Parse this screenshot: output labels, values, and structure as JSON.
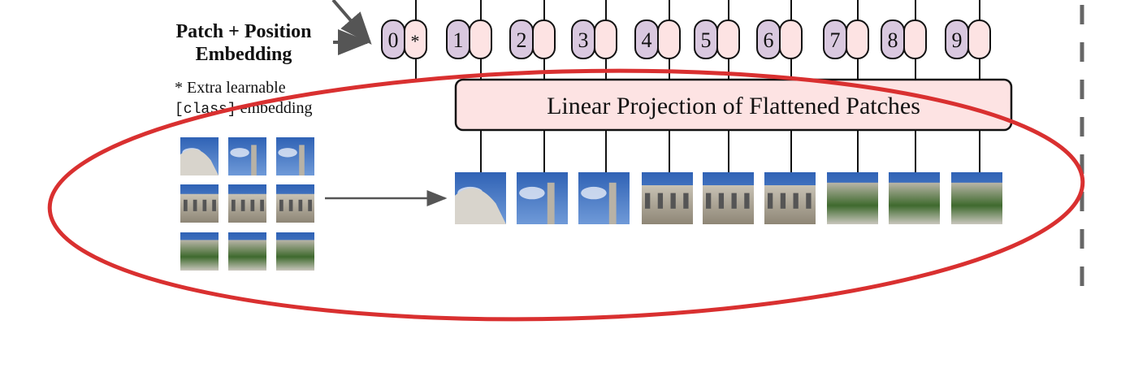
{
  "labels": {
    "embedding_line1": "Patch + Position",
    "embedding_line2": "Embedding",
    "note_line1": "* Extra learnable",
    "note_code": "[class]",
    "note_line2_rest": " embedding",
    "projection": "Linear Projection of Flattened Patches"
  },
  "tokens": [
    "0",
    "1",
    "2",
    "3",
    "4",
    "5",
    "6",
    "7",
    "8",
    "9"
  ],
  "class_token_symbol": "*",
  "patch_count": 9,
  "colors": {
    "position_embedding": "#d9c8df",
    "patch_embedding": "#fde3e3",
    "projection_box": "#fde3e3",
    "annotation": "#d93030",
    "dashed_border": "#666666"
  }
}
